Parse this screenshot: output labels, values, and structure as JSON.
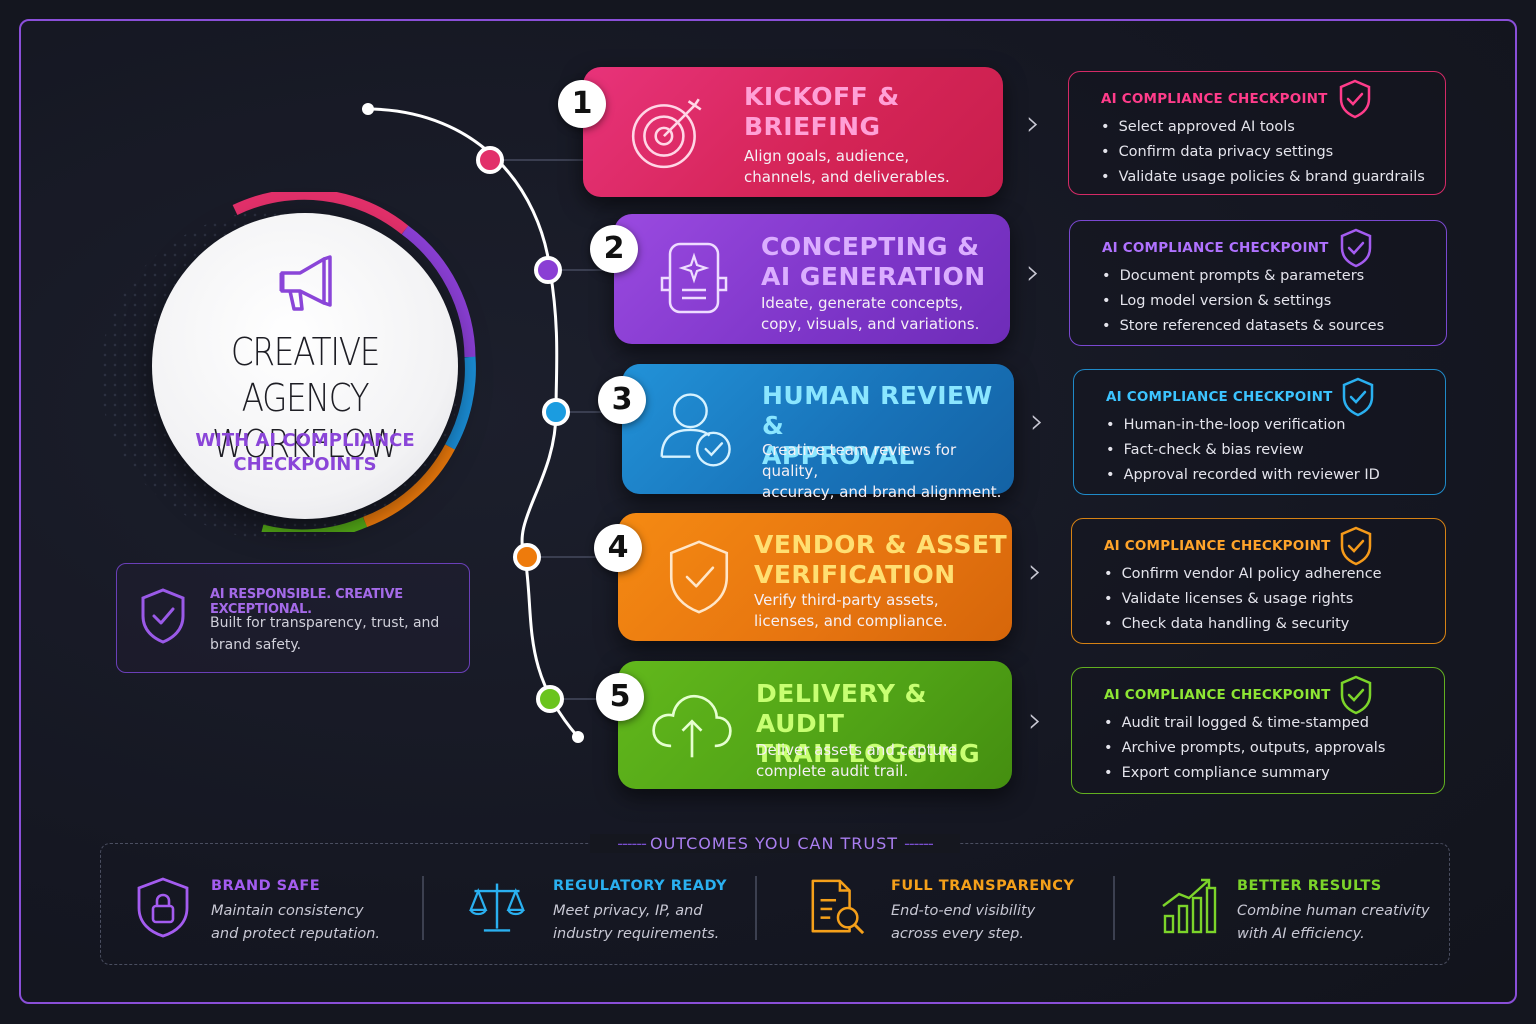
{
  "hero": {
    "title_line1": "CREATIVE AGENCY",
    "title_line2": "WORKFLOW",
    "subtitle_line1": "WITH AI COMPLIANCE",
    "subtitle_line2": "CHECKPOINTS"
  },
  "responsible": {
    "title": "AI RESPONSIBLE. CREATIVE EXCEPTIONAL.",
    "text": "Built for transparency, trust, and brand safety."
  },
  "steps": [
    {
      "number": "1",
      "title_line1": "KICKOFF &",
      "title_line2": "BRIEFING",
      "desc_line1": "Align goals, audience,",
      "desc_line2": "channels, and deliverables.",
      "color": "#e2306a",
      "title_color": "#ff8fd0"
    },
    {
      "number": "2",
      "title_line1": "CONCEPTING &",
      "title_line2": "AI GENERATION",
      "desc_line1": "Ideate, generate concepts,",
      "desc_line2": "copy, visuals, and variations.",
      "color": "#8a3fd4",
      "title_color": "#d8a6ff"
    },
    {
      "number": "3",
      "title_line1": "HUMAN REVIEW &",
      "title_line2": "APPROVAL",
      "desc_line1": "Creative team reviews for quality,",
      "desc_line2": "accuracy, and brand alignment.",
      "color": "#1b7cc4",
      "title_color": "#7ee0ff"
    },
    {
      "number": "4",
      "title_line1": "VENDOR & ASSET",
      "title_line2": "VERIFICATION",
      "desc_line1": "Verify third-party assets,",
      "desc_line2": "licenses, and compliance.",
      "color": "#ee7b0c",
      "title_color": "#ffd56a"
    },
    {
      "number": "5",
      "title_line1": "DELIVERY & AUDIT",
      "title_line2": "TRAIL LOGGING",
      "desc_line1": "Deliver assets and capture",
      "desc_line2": "complete audit trail.",
      "color": "#56ae18",
      "title_color": "#c4ff6a"
    }
  ],
  "checkpoints": [
    {
      "title": "AI COMPLIANCE CHECKPOINT",
      "color": "#ff3c8a",
      "items": [
        "Select approved AI tools",
        "Confirm data privacy settings",
        "Validate usage policies & brand guardrails"
      ]
    },
    {
      "title": "AI COMPLIANCE CHECKPOINT",
      "color": "#a45cf0",
      "items": [
        "Document prompts & parameters",
        "Log model version & settings",
        "Store referenced datasets & sources"
      ]
    },
    {
      "title": "AI COMPLIANCE CHECKPOINT",
      "color": "#2ab0f0",
      "items": [
        "Human-in-the-loop verification",
        "Fact-check & bias review",
        "Approval recorded with reviewer ID"
      ]
    },
    {
      "title": "AI COMPLIANCE CHECKPOINT",
      "color": "#f59a1a",
      "items": [
        "Confirm vendor AI policy adherence",
        "Validate licenses & usage rights",
        "Check data handling & security"
      ]
    },
    {
      "title": "AI COMPLIANCE CHECKPOINT",
      "color": "#7cd42a",
      "items": [
        "Audit trail logged & time-stamped",
        "Archive prompts, outputs, approvals",
        "Export compliance summary"
      ]
    }
  ],
  "outcomes": {
    "label": "OUTCOMES YOU CAN TRUST",
    "items": [
      {
        "title": "BRAND SAFE",
        "line1": "Maintain consistency",
        "line2": "and protect reputation.",
        "color": "#a45cf0",
        "icon": "lock-shield-icon"
      },
      {
        "title": "REGULATORY READY",
        "line1": "Meet privacy, IP, and",
        "line2": "industry requirements.",
        "color": "#2ab0f0",
        "icon": "scales-icon"
      },
      {
        "title": "FULL TRANSPARENCY",
        "line1": "End-to-end visibility",
        "line2": "across every step.",
        "color": "#f5a01a",
        "icon": "document-search-icon"
      },
      {
        "title": "BETTER RESULTS",
        "line1": "Combine human creativity",
        "line2": "with AI efficiency.",
        "color": "#7cd42a",
        "icon": "growth-chart-icon"
      }
    ]
  }
}
